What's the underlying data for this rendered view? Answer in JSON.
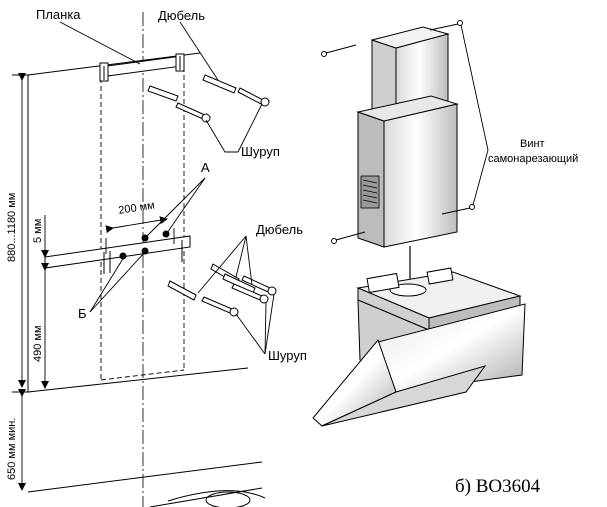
{
  "labels": {
    "planka": "Планка",
    "dyubel_top": "Дюбель",
    "shurup_top": "Шуруп",
    "point_a": "А",
    "point_b": "Б",
    "dyubel_mid": "Дюбель",
    "shurup_bottom": "Шуруп",
    "vint_line1": "Винт",
    "vint_line2": "самонарезающий",
    "caption": "б) BO3604"
  },
  "dimensions": {
    "height_range": "880...1180 мм",
    "offset_5": "5 мм",
    "offset_490": "490 мм",
    "min_650": "650 мм мин.",
    "width_200": "200 мм"
  }
}
